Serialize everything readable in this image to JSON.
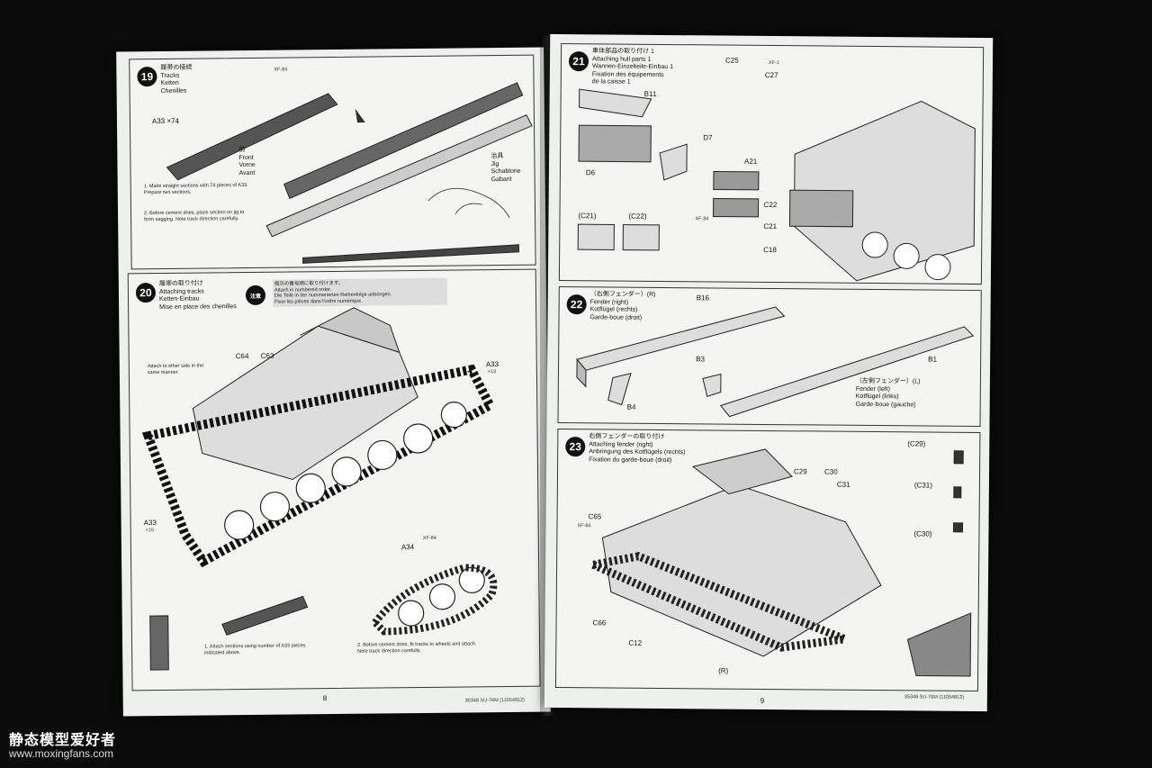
{
  "left_page": {
    "page_number": "8",
    "footer_code": "35348  SU-76M (11054812)",
    "step19": {
      "number": "19",
      "title": "履帯の接続\nTracks\nKetten\nChenilles",
      "parts": [
        "A33 ×74",
        "XF-84"
      ],
      "jig_label": "治具\nJig\nSchablone\nGabarit",
      "front_label": "前\nFront\nVorne\nAvant",
      "notes": [
        "1. Make straight sections with 74 pieces of A33.\n  Prepare two sections.",
        "2. Before cement dries, place section on jig to\n  form sagging. Note track direction carefully."
      ]
    },
    "step20": {
      "number": "20",
      "title": "履帯の取り付け\nAttaching tracks\nKetten-Einbau\nMise en place des chenilles",
      "notice": "注意",
      "notice_text": "指示の番号順に取り付けます。\nAttach in numbered order.\nDie Teile in der nummerierten Reihenfolge anbringen.\nFixer les pièces dans l'ordre numérique.",
      "parts": [
        "C64",
        "C63",
        "A33",
        "×13",
        "A33",
        "×15",
        "A34",
        "XF-84"
      ],
      "side_note": "Attach to other side in the\nsame manner.",
      "notes": [
        "1. Attach sections using number of A33 pieces\n  indicated above.",
        "2. Before cement dries, fit tracks to wheels and attach.\n  Note track direction carefully."
      ]
    }
  },
  "right_page": {
    "page_number": "9",
    "footer_code": "35348  SU-76M (11054812)",
    "step21": {
      "number": "21",
      "title": "車体部品の取り付け 1\nAttaching hull parts 1\nWannen-Einzelteile-Einbau 1\nFixation des équipements\nde la caisse 1",
      "parts": [
        "C25",
        "C27",
        "B11",
        "D7",
        "D6",
        "A21",
        "C22",
        "C21",
        "C18",
        "(C21)",
        "(C22)",
        "XF-1",
        "XF-84"
      ]
    },
    "step22": {
      "number": "22",
      "title": "（右側フェンダー）(R)\nFender (right)\nKotflügel (rechts)\nGarde-boue (droit)",
      "parts": [
        "B16",
        "B3",
        "B4",
        "B1"
      ],
      "left_fender": "（左側フェンダー）(L)\nFender (left)\nKotflügel (links)\nGarde-boue (gauche)"
    },
    "step23": {
      "number": "23",
      "title": "右側フェンダーの取り付け\nAttaching fender (right)\nAnbringung des Kotflügels (rechts)\nFixation du garde-boue (droit)",
      "parts": [
        "C29",
        "C30",
        "C31",
        "C65",
        "C66",
        "C12",
        "(C29)",
        "(C31)",
        "(C30)",
        "(R)",
        "XF-84"
      ]
    }
  },
  "watermark": {
    "title": "静态模型爱好者",
    "url": "www.moxingfans.com"
  }
}
